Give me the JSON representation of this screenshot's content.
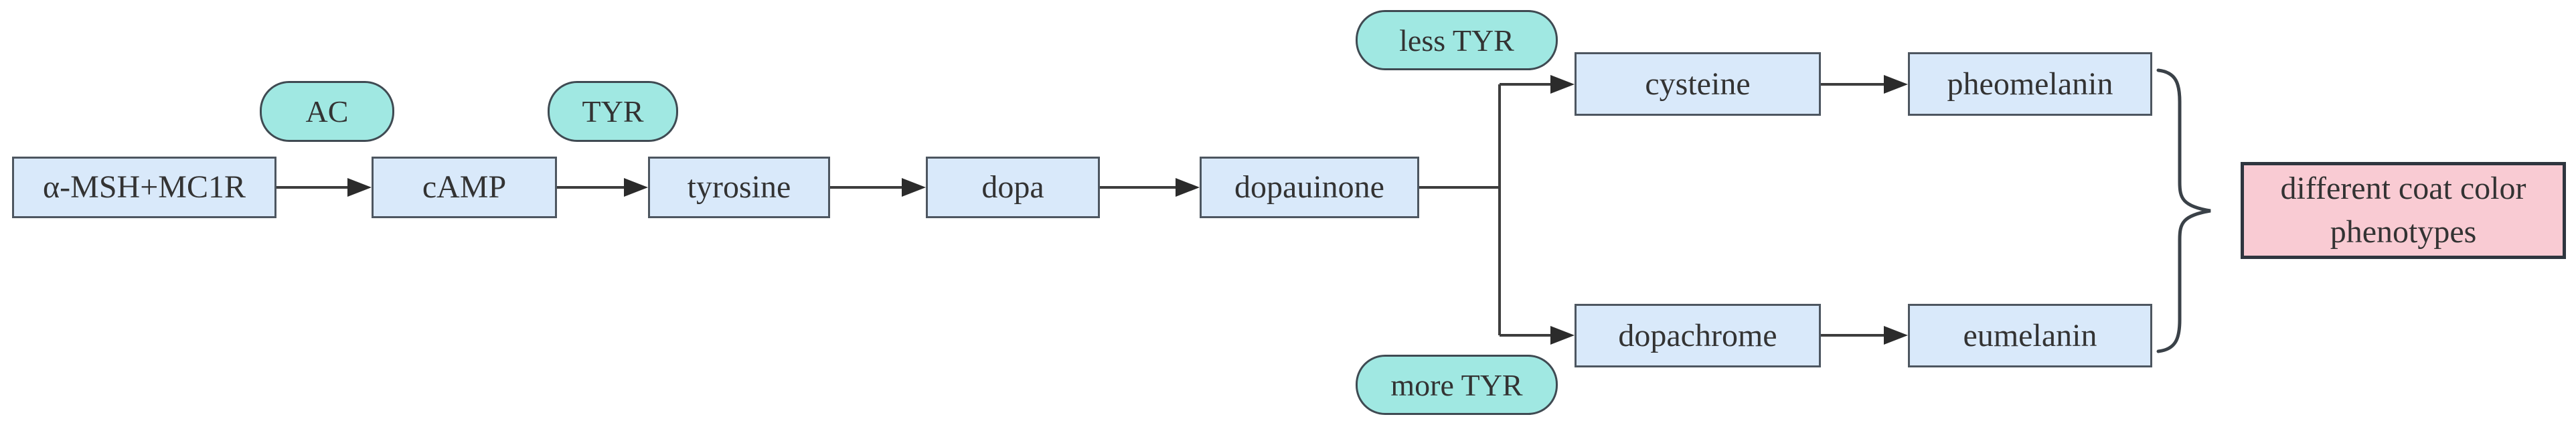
{
  "diagram": {
    "nodes": {
      "amsh_mc1r": {
        "label": "α-MSH+MC1R"
      },
      "camp": {
        "label": "cAMP"
      },
      "tyrosine": {
        "label": "tyrosine"
      },
      "dopa": {
        "label": "dopa"
      },
      "dopauinone": {
        "label": "dopauinone"
      },
      "cysteine": {
        "label": "cysteine"
      },
      "pheomelanin": {
        "label": "pheomelanin"
      },
      "dopachrome": {
        "label": "dopachrome"
      },
      "eumelanin": {
        "label": "eumelanin"
      },
      "phenotypes": {
        "label": "different coat color phenotypes"
      }
    },
    "enzyme_labels": {
      "ac": {
        "label": "AC"
      },
      "tyr": {
        "label": "TYR"
      },
      "less_tyr": {
        "label": "less TYR"
      },
      "more_tyr": {
        "label": "more TYR"
      }
    },
    "colors": {
      "node-fill": "#d9e9fa",
      "node-border": "#4d5660",
      "enzyme-fill": "#a0e8e2",
      "enzyme-border": "#3f4a52",
      "result-fill": "#f9cbd3",
      "result-border": "#2f363f",
      "line-color": "#3d3d3d",
      "arrow-fill": "#2b2b2b",
      "text-color": "#333333",
      "background": "#ffffff"
    }
  }
}
